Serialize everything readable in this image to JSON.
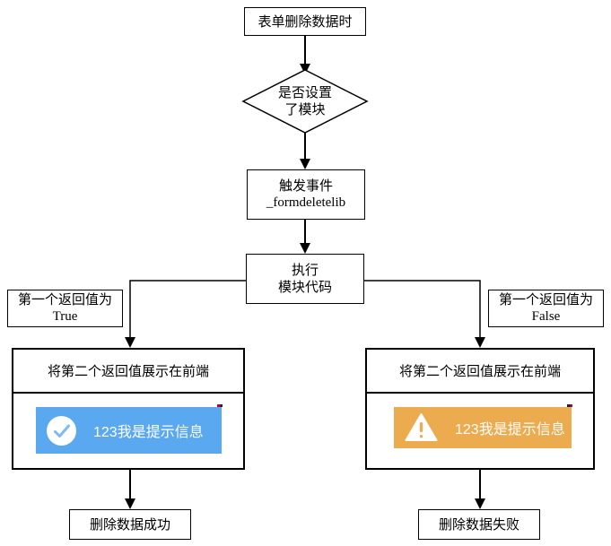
{
  "flowchart": {
    "start": {
      "label": "表单删除数据时"
    },
    "decision": {
      "line1": "是否设置",
      "line2": "了模块"
    },
    "trigger": {
      "line1": "触发事件",
      "line2": "_formdeletelib"
    },
    "exec": {
      "line1": "执行",
      "line2": "模块代码"
    },
    "branch_true": {
      "line1": "第一个返回值为",
      "line2": "True"
    },
    "branch_false": {
      "line1": "第一个返回值为",
      "line2": "False"
    },
    "display_success": {
      "title": "将第二个返回值展示在前端",
      "toast": {
        "text": "123我是提示信息",
        "icon": "check-circle-icon",
        "bg_color": "#5aa9f0"
      }
    },
    "display_failure": {
      "title": "将第二个返回值展示在前端",
      "toast": {
        "text": "123我是提示信息",
        "icon": "warning-triangle-icon",
        "bg_color": "#edab50"
      }
    },
    "end_success": {
      "label": "删除数据成功"
    },
    "end_failure": {
      "label": "删除数据失败"
    }
  },
  "colors": {
    "line": "#000000",
    "box_background": "#ffffff",
    "toast_success": "#5aa9f0",
    "toast_warning": "#edab50",
    "toast_text": "#ffffff"
  }
}
